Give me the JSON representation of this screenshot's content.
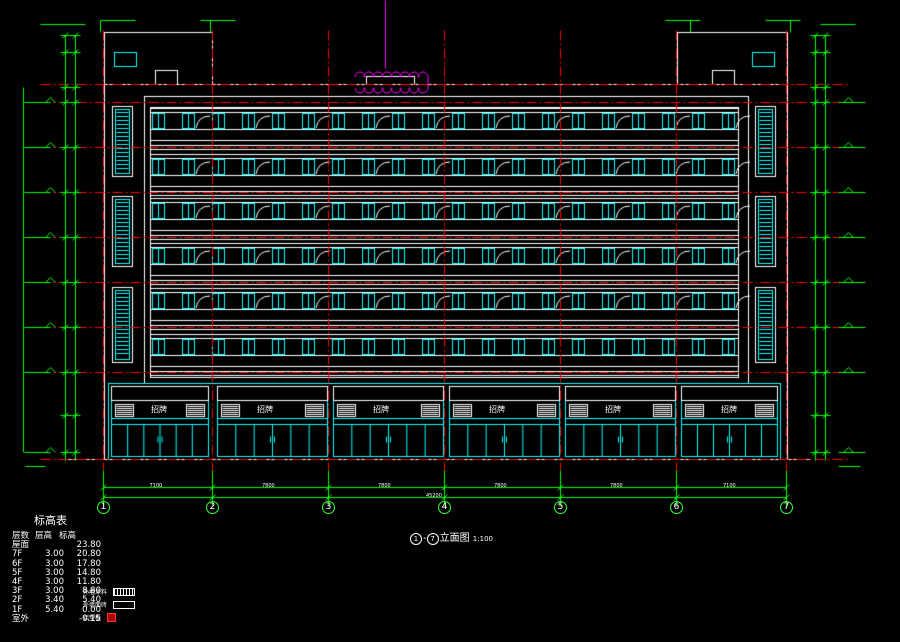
{
  "drawing": {
    "title": "①-⑦立面图",
    "title_axis_start": "1",
    "title_axis_end": "7",
    "title_text": "立面图",
    "scale": "1:100"
  },
  "grid_axes": [
    "1",
    "2",
    "3",
    "4",
    "5",
    "6",
    "7"
  ],
  "dimensions": {
    "bays": [
      "7100",
      "7800",
      "7800",
      "7800",
      "7800",
      "7100"
    ],
    "total": "45200"
  },
  "shop_signs": [
    "招牌",
    "招牌",
    "招牌",
    "招牌",
    "招牌",
    "招牌"
  ],
  "level_table": {
    "heading": "标高表",
    "columns": [
      "层数",
      "层高",
      "标高"
    ],
    "rows": [
      {
        "floor": "屋面",
        "height": "",
        "elevation": "23.80"
      },
      {
        "floor": "7F",
        "height": "3.00",
        "elevation": "20.80"
      },
      {
        "floor": "6F",
        "height": "3.00",
        "elevation": "17.80"
      },
      {
        "floor": "5F",
        "height": "3.00",
        "elevation": "14.80"
      },
      {
        "floor": "4F",
        "height": "3.00",
        "elevation": "11.80"
      },
      {
        "floor": "3F",
        "height": "3.00",
        "elevation": "8.80"
      },
      {
        "floor": "2F",
        "height": "3.40",
        "elevation": "5.40"
      },
      {
        "floor": "1F",
        "height": "5.40",
        "elevation": "0.00"
      },
      {
        "floor": "室外",
        "height": "",
        "elevation": "-0.15"
      }
    ]
  },
  "legend": {
    "items": [
      "外墙涂料",
      "外墙面砖",
      "铝塑板"
    ]
  },
  "colors": {
    "background": "#000000",
    "outline": "#ffffff",
    "window": "#00ffff",
    "dimension": "#00ff00",
    "axis_line": "#ff0000",
    "water_tank": "#ff00ff"
  }
}
